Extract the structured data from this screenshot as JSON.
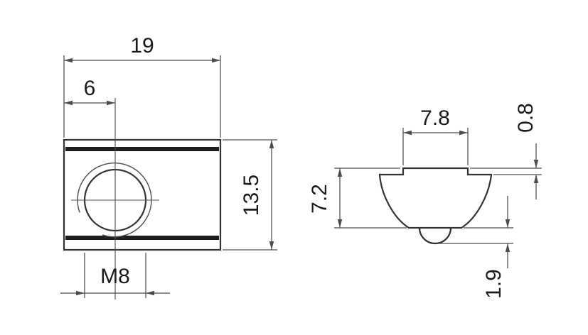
{
  "colors": {
    "background": "#ffffff",
    "outline": "#333333",
    "dimension_lines": "#4d4d4d",
    "text": "#1a1a1a",
    "groove_band": "#1e1e1e"
  },
  "front_view": {
    "dim_length": "19",
    "dim_hole_offset": "6",
    "dim_height": "13.5",
    "dim_thread": "M8"
  },
  "side_view": {
    "dim_key_width": "7.8",
    "dim_key_height": "0.8",
    "dim_profile_height": "7.2",
    "dim_ball_protrusion": "1.9"
  }
}
